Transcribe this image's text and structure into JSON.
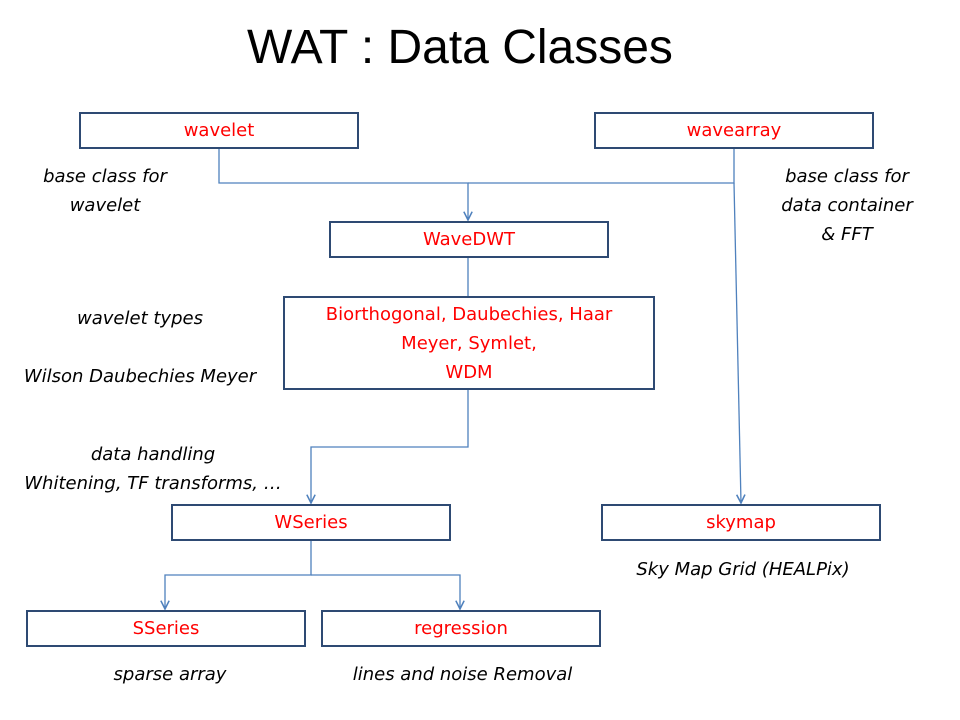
{
  "title": "WAT : Data Classes",
  "boxes": {
    "wavelet": "wavelet",
    "wavearray": "wavearray",
    "wavedwt": "WaveDWT",
    "types_line1": "Biorthogonal, Daubechies, Haar",
    "types_line2": "Meyer, Symlet,",
    "types_line3": "WDM",
    "wseries": "WSeries",
    "skymap": "skymap",
    "sseries": "SSeries",
    "regression": "regression"
  },
  "notes": {
    "wavelet_line1": "base class for",
    "wavelet_line2": "wavelet",
    "wavearray_line1": "base class for",
    "wavearray_line2": "data container",
    "wavearray_line3": "& FFT",
    "types_line1": "wavelet types",
    "types_line2": "Wilson Daubechies Meyer",
    "wseries_line1": "data handling",
    "wseries_line2": "Whitening, TF transforms, …",
    "skymap": "Sky Map Grid (HEALPix)",
    "sseries": "sparse array",
    "regression": "lines and noise Removal"
  },
  "colors": {
    "box_border": "#2e4a73",
    "box_text": "#ff0000",
    "connector": "#4f81bd"
  }
}
